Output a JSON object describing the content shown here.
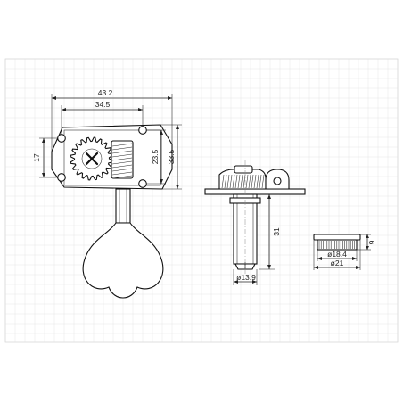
{
  "drawing": {
    "front_view": {
      "dim_overall_width": "43.2",
      "dim_hole_spacing_x": "34.5",
      "dim_side_height": "17",
      "dim_hole_spacing_y": "23.5",
      "dim_overall_height": "33.5"
    },
    "side_view": {
      "dim_shaft_length": "31",
      "dim_bushing_diameter": "ø13.9"
    },
    "bushing_view": {
      "dim_height": "9",
      "dim_inner_diameter": "ø18.4",
      "dim_outer_diameter": "ø21"
    },
    "colors": {
      "line": "#222222",
      "grid": "#e7e7e7",
      "background": "#ffffff"
    }
  }
}
